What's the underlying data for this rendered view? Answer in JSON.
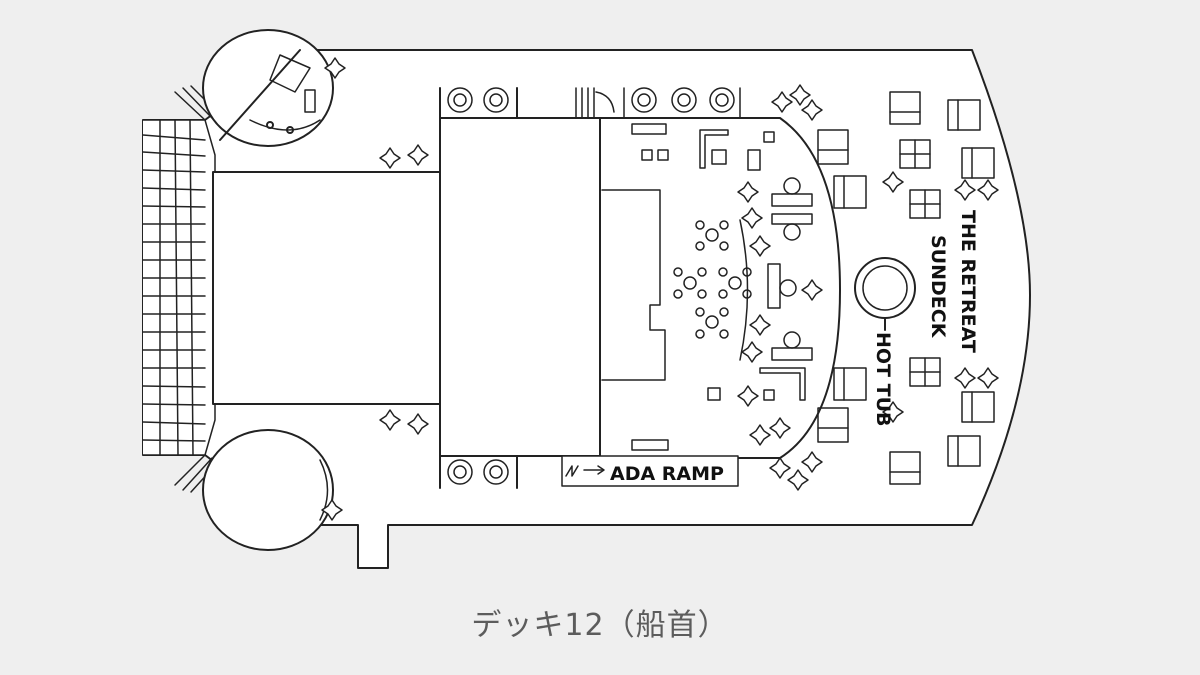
{
  "labels": {
    "retreat": "THE RETREAT",
    "sundeck": "SUNDECK",
    "hot_tub": "HOT TUB",
    "ada_ramp": "ADA RAMP"
  },
  "caption": "デッキ12（船首）",
  "icons": {
    "sun_lounger": "lounger-icon",
    "plant": "plant-icon",
    "table_set": "table-with-chairs-icon"
  }
}
